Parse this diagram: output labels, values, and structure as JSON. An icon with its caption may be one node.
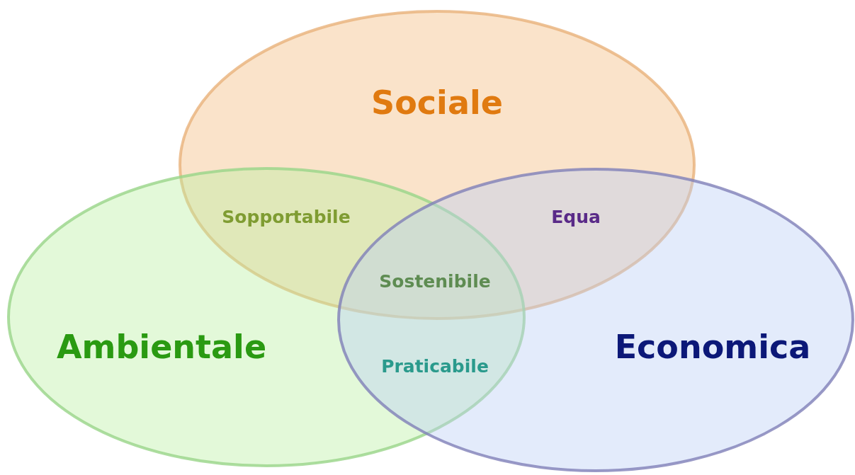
{
  "diagram": {
    "nodes": [
      {
        "text": [
          "Sociale"
        ]
      },
      {
        "text": [
          "Ambientale"
        ]
      },
      {
        "text": [
          "Economica"
        ]
      }
    ],
    "labels": [
      "Sopportabile",
      "Equa",
      "Sostenibile",
      "Praticabile"
    ]
  }
}
